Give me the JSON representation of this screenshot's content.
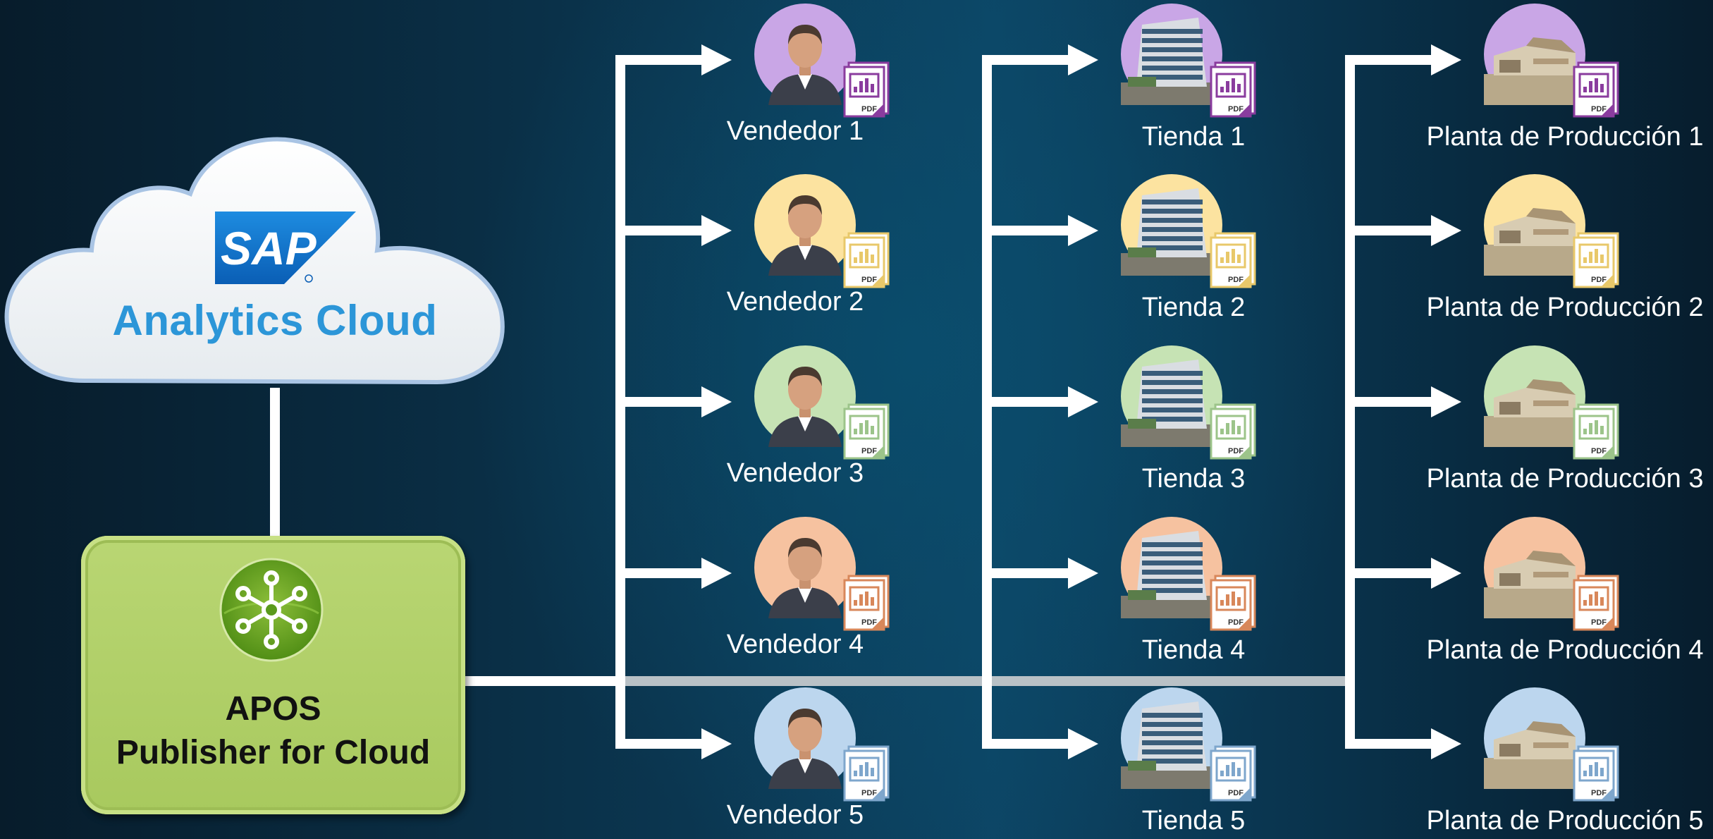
{
  "source": {
    "logo_text": "SAP",
    "title": "Analytics Cloud"
  },
  "publisher": {
    "title_line1": "APOS",
    "title_line2": "Publisher for Cloud"
  },
  "colors": {
    "purple": "#c9a6e6",
    "yellow": "#fce3a0",
    "green": "#c6e3b4",
    "orange": "#f6c2a0",
    "blue": "#bcd6ee",
    "doc_purple": "#8a3c9e",
    "doc_yellow": "#e8c86a",
    "doc_green": "#9cc48a",
    "doc_orange": "#d8875a",
    "doc_blue": "#7ea6cc",
    "apos_green": "#a8c95e",
    "sap_blue": "#1a73c8",
    "cloud_text": "#2c96d8"
  },
  "columns": [
    {
      "name": "vendedores",
      "icon": "person-avatar-icon",
      "items": [
        {
          "label": "Vendedor 1",
          "color": "purple",
          "doc": "doc_purple"
        },
        {
          "label": "Vendedor 2",
          "color": "yellow",
          "doc": "doc_yellow"
        },
        {
          "label": "Vendedor 3",
          "color": "green",
          "doc": "doc_green"
        },
        {
          "label": "Vendedor 4",
          "color": "orange",
          "doc": "doc_orange"
        },
        {
          "label": "Vendedor 5",
          "color": "blue",
          "doc": "doc_blue"
        }
      ]
    },
    {
      "name": "tiendas",
      "icon": "office-building-icon",
      "items": [
        {
          "label": "Tienda 1",
          "color": "purple",
          "doc": "doc_purple"
        },
        {
          "label": "Tienda 2",
          "color": "yellow",
          "doc": "doc_yellow"
        },
        {
          "label": "Tienda 3",
          "color": "green",
          "doc": "doc_green"
        },
        {
          "label": "Tienda 4",
          "color": "orange",
          "doc": "doc_orange"
        },
        {
          "label": "Tienda 5",
          "color": "blue",
          "doc": "doc_blue"
        }
      ]
    },
    {
      "name": "plantas",
      "icon": "factory-icon",
      "items": [
        {
          "label": "Planta de Producción 1",
          "color": "purple",
          "doc": "doc_purple"
        },
        {
          "label": "Planta de Producción 2",
          "color": "yellow",
          "doc": "doc_yellow"
        },
        {
          "label": "Planta de Producción 3",
          "color": "green",
          "doc": "doc_green"
        },
        {
          "label": "Planta de Producción 4",
          "color": "orange",
          "doc": "doc_orange"
        },
        {
          "label": "Planta de Producción 5",
          "color": "blue",
          "doc": "doc_blue"
        }
      ]
    }
  ],
  "doc_label": "PDF"
}
